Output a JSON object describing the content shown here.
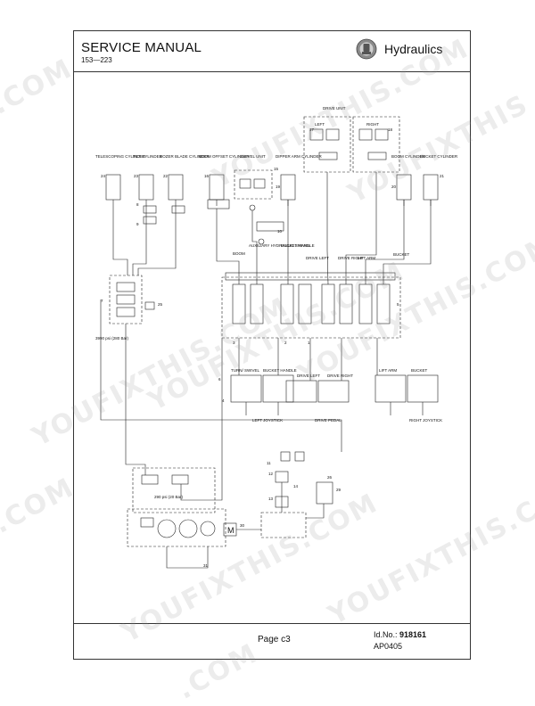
{
  "header": {
    "title": "SERVICE MANUAL",
    "model_range": "153—223",
    "section": "Hydraulics",
    "logo_icon": "hydraulics-logo-icon"
  },
  "diagram": {
    "top_labels": {
      "drive_unit": "DRIVE UNIT",
      "left": "LEFT",
      "right": "RIGHT",
      "telescoping_cylinder": "TELESCOPING CYLINDER",
      "tilt_cylinder": "TILT CYLINDER",
      "dozer_blade_cylinder": "DOZER BLADE CYLINDER",
      "boom_offset_cylinder": "BOOM OFFSET CYLINDER",
      "swivel_unit": "SWIVEL UNIT",
      "dipper_arm_cylinder": "DIPPER ARM CYLINDER",
      "boom_cylinder": "BOOM CYLINDER",
      "bucket_cylinder": "BUCKET CYLINDER"
    },
    "valve_labels": {
      "boom": "BOOM",
      "auxiliary": "AUXILIARY HYDRAULIC SWIVEL",
      "bucket_handle": "BUCKET HANDLE",
      "drive_left": "DRIVE LEFT",
      "drive_right": "DRIVE RIGHT",
      "lift_arm": "LIFT ARM",
      "bucket": "BUCKET"
    },
    "control_labels": {
      "turn_swivel": "TURN/ SWIVEL",
      "bucket_handle": "BUCKET HANDLE",
      "drive_left": "DRIVE LEFT",
      "drive_right": "DRIVE RIGHT",
      "lift_arm": "LIFT ARM",
      "bucket": "BUCKET",
      "left_joystick": "LEFT JOYSTICK",
      "drive_pedal": "DRIVE PEDAL",
      "right_joystick": "RIGHT JOYSTICK"
    },
    "motor_label": "M",
    "pressure_note": "3990 psi (280 Bar)",
    "pump_note": "290 psi (20 Bar)",
    "component_numbers": [
      "24",
      "23",
      "22",
      "16",
      "15",
      "19",
      "17",
      "18",
      "20",
      "21",
      "8",
      "9",
      "10",
      "7",
      "25",
      "5",
      "6",
      "4",
      "3",
      "2",
      "1",
      "11",
      "12",
      "13",
      "14",
      "26",
      "29",
      "31",
      "30"
    ]
  },
  "footer": {
    "page_label": "Page c3",
    "id_label": "Id.No.:",
    "id_value": "918161",
    "ap_number": "AP0405"
  },
  "watermarks": [
    "YOUFIXTHIS.COM",
    "YOUFIXTHIS.COM",
    "YOUFIXTHIS.COM",
    "YOUFIXTHIS.COM",
    "YOUFIXTHIS.COM",
    "YOUFIXTHIS.COM",
    ".COM",
    ".COM",
    ".COM",
    "YOUFIXTHIS"
  ],
  "colors": {
    "line": "#222222",
    "border": "#333333",
    "watermark": "#969696"
  }
}
